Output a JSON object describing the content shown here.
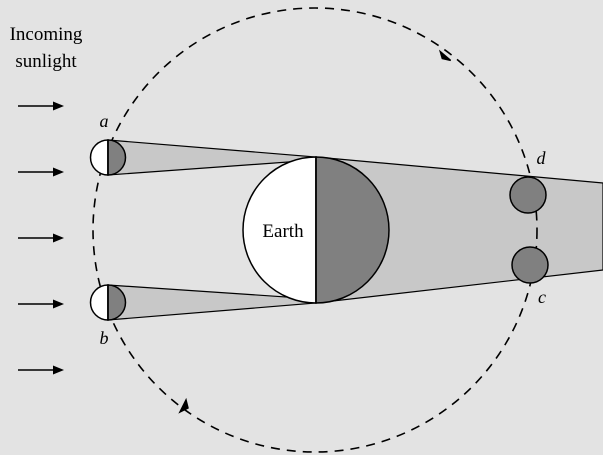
{
  "caption": {
    "line1": "Incoming",
    "line2": "sunlight"
  },
  "earth_label": "Earth",
  "moon_positions": [
    {
      "label": "a"
    },
    {
      "label": "b"
    },
    {
      "label": "c"
    },
    {
      "label": "d"
    }
  ],
  "colors": {
    "background": "#e3e3e3",
    "shadow": "#c8c8c8",
    "dark_side": "#808080",
    "light_side": "#ffffff",
    "stroke": "#000000"
  },
  "icons": {
    "sun_ray": "right-arrow-icon",
    "orbit_direction": "arrowhead-icon"
  }
}
